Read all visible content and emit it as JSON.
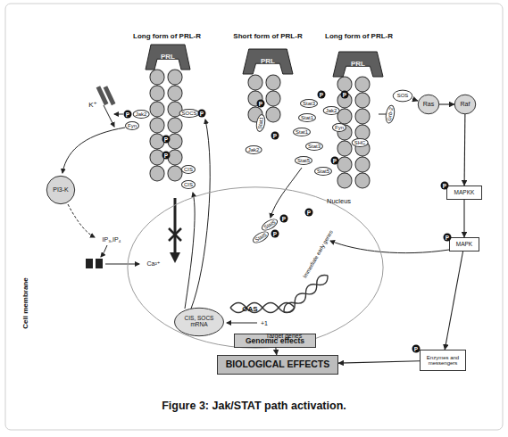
{
  "diagram": {
    "caption": "Figure 3: Jak/STAT path activation.",
    "nodes": [
      {
        "text": [
          "PRL"
        ]
      },
      {
        "text": [
          "PRL"
        ]
      },
      {
        "text": [
          "PRL"
        ]
      },
      {
        "text": [
          "SOS"
        ]
      },
      {
        "text": [
          "Ras"
        ]
      },
      {
        "text": [
          "Raf"
        ]
      },
      {
        "text": [
          "PI3-K"
        ]
      },
      {
        "text": [
          "MAPKK"
        ]
      },
      {
        "text": [
          "MAPK"
        ]
      },
      {
        "text": [
          "Nucleus"
        ]
      },
      {
        "text": [
          "CIS, SOCS mRNA"
        ],
        "in": 9
      },
      {
        "text": [
          "Genomic effects"
        ],
        "in": 9
      },
      {
        "text": [
          "Enzymes and messengers"
        ]
      },
      {
        "text": [
          "BIOLOGICAL EFFECTS"
        ]
      }
    ],
    "edges": [
      {
        "from": 3,
        "to": 4,
        "arrow": "to"
      },
      {
        "from": 4,
        "to": 5,
        "arrow": "to"
      },
      {
        "from": 5,
        "to": 7,
        "arrow": "to"
      },
      {
        "from": 7,
        "to": 8,
        "arrow": "to"
      },
      {
        "from": 8,
        "to": 12,
        "arrow": "to"
      },
      {
        "from": 12,
        "to": 13,
        "arrow": "to"
      },
      {
        "from": 11,
        "to": 13,
        "arrow": "to"
      }
    ],
    "labels": [
      "Long form of PRL-R",
      "Short form of PRL-R",
      "Long form of PRL-R",
      "K⁺",
      "P",
      "Jak2",
      "Fyn",
      "SOCS",
      "P",
      "P",
      "P",
      "CIS",
      "CIS",
      "IP₃,IP₄",
      "Ca²⁺",
      "Cell membrane",
      "Jak2",
      "Stat1",
      "P",
      "P",
      "Jak2",
      "Fyn",
      "SHC",
      "Grb-2",
      "Stat3",
      "P",
      "Stat1",
      "Stat1",
      "Stat3",
      "Stat5",
      "Stat5",
      "P",
      "P",
      "Stat5",
      "Stat5",
      "P",
      "P",
      "P",
      "Immediate early genes",
      "GAS",
      "+1",
      "Target genes",
      "P",
      "P",
      "P"
    ]
  }
}
